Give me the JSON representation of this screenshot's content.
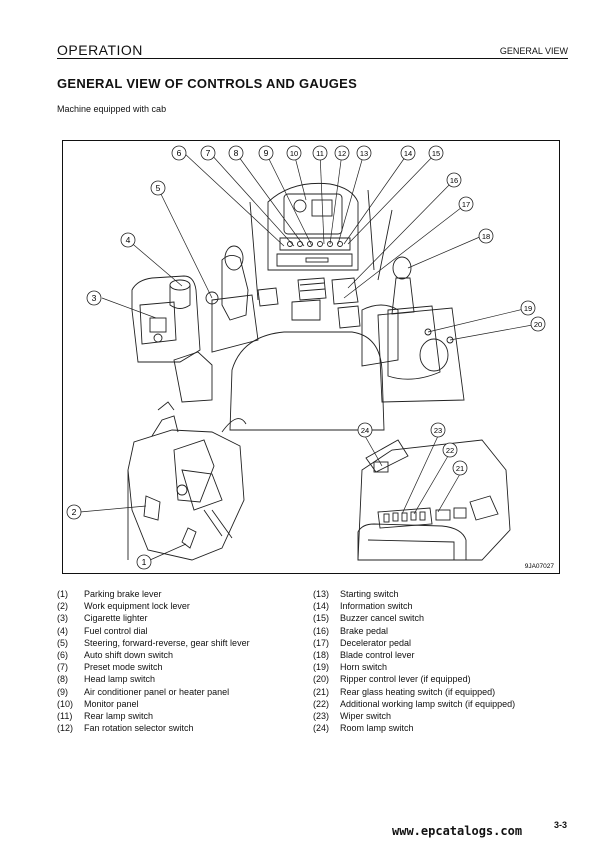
{
  "header": {
    "section": "OPERATION",
    "section_right": "GENERAL VIEW"
  },
  "title": "GENERAL VIEW OF CONTROLS AND GAUGES",
  "subtitle": "Machine equipped with cab",
  "figure": {
    "code": "9JA07027",
    "callouts": [
      "1",
      "2",
      "3",
      "4",
      "5",
      "6",
      "7",
      "8",
      "9",
      "10",
      "11",
      "12",
      "13",
      "14",
      "15",
      "16",
      "17",
      "18",
      "19",
      "20",
      "21",
      "22",
      "23",
      "24"
    ]
  },
  "legend": {
    "left": [
      {
        "num": "(1)",
        "label": "Parking brake lever"
      },
      {
        "num": "(2)",
        "label": "Work equipment lock lever"
      },
      {
        "num": "(3)",
        "label": "Cigarette lighter"
      },
      {
        "num": "(4)",
        "label": "Fuel control dial"
      },
      {
        "num": "(5)",
        "label": "Steering, forward-reverse, gear shift lever"
      },
      {
        "num": "(6)",
        "label": "Auto shift down switch"
      },
      {
        "num": "(7)",
        "label": "Preset mode switch"
      },
      {
        "num": "(8)",
        "label": "Head lamp switch"
      },
      {
        "num": "(9)",
        "label": "Air conditioner panel or heater panel"
      },
      {
        "num": "(10)",
        "label": "Monitor panel"
      },
      {
        "num": "(11)",
        "label": "Rear lamp switch"
      },
      {
        "num": "(12)",
        "label": "Fan rotation selector switch"
      }
    ],
    "right": [
      {
        "num": "(13)",
        "label": "Starting switch"
      },
      {
        "num": "(14)",
        "label": "Information switch"
      },
      {
        "num": "(15)",
        "label": "Buzzer cancel switch"
      },
      {
        "num": "(16)",
        "label": "Brake pedal"
      },
      {
        "num": "(17)",
        "label": "Decelerator pedal"
      },
      {
        "num": "(18)",
        "label": "Blade control lever"
      },
      {
        "num": "(19)",
        "label": "Horn switch"
      },
      {
        "num": "(20)",
        "label": "Ripper control lever (if equipped)"
      },
      {
        "num": "(21)",
        "label": "Rear glass heating switch (if equipped)"
      },
      {
        "num": "(22)",
        "label": "Additional working lamp switch (if equipped)"
      },
      {
        "num": "(23)",
        "label": "Wiper switch"
      },
      {
        "num": "(24)",
        "label": "Room lamp switch"
      }
    ]
  },
  "footer": {
    "url": "www.epcatalogs.com",
    "page": "3-3"
  }
}
